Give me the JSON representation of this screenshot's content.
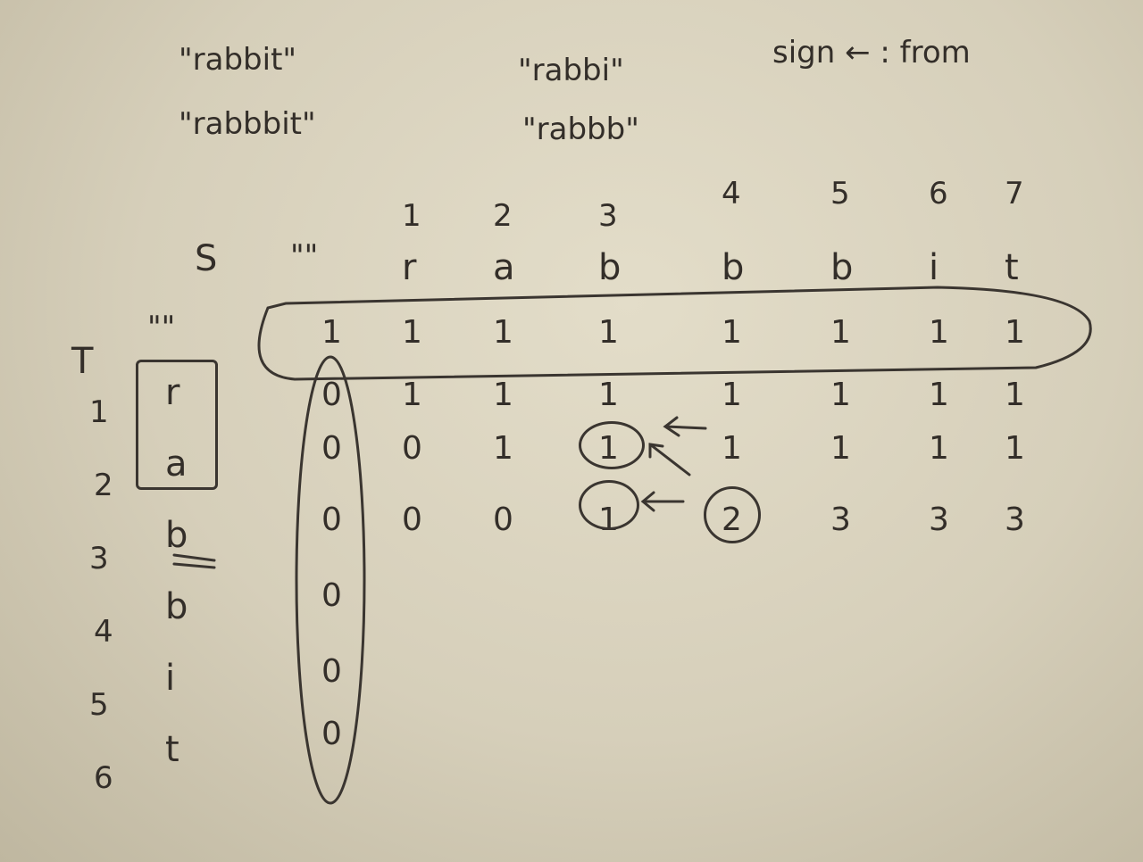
{
  "examples": {
    "left": [
      "\"rabbit\"",
      "\"rabbbit\""
    ],
    "middle": [
      "\"rabbi\"",
      "\"rabbb\""
    ],
    "legend": "sign ← : from"
  },
  "table": {
    "col_header_label": "S",
    "row_header_label": "T",
    "empty_label": "\"\"",
    "col_indices": [
      "1",
      "2",
      "3",
      "4",
      "5",
      "6",
      "7"
    ],
    "col_chars": [
      "r",
      "a",
      "b",
      "b",
      "b",
      "i",
      "t"
    ],
    "row_indices": [
      "1",
      "2",
      "3",
      "4",
      "5",
      "6"
    ],
    "row_chars": [
      "r",
      "a",
      "b",
      "b",
      "i",
      "t"
    ],
    "rows": [
      [
        "1",
        "1",
        "1",
        "1",
        "1",
        "1",
        "1",
        "1"
      ],
      [
        "0",
        "1",
        "1",
        "1",
        "1",
        "1",
        "1",
        "1"
      ],
      [
        "0",
        "0",
        "1",
        "1",
        "1",
        "1",
        "1",
        "1"
      ],
      [
        "0",
        "0",
        "0",
        "1",
        "2",
        "3",
        "3",
        "3"
      ],
      [
        "0"
      ],
      [
        "0"
      ],
      [
        "0"
      ]
    ]
  },
  "ink_color": "#3a3530"
}
